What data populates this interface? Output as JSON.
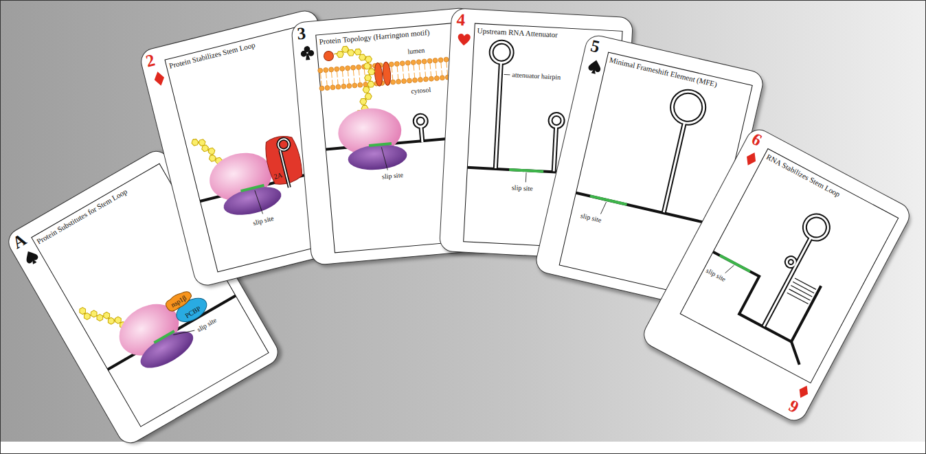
{
  "diagram": {
    "nodes": [
      {
        "text": [
          "A",
          "Protein Substitutes for Stem Loop",
          "slip site"
        ]
      },
      {
        "text": [
          "nsp1β"
        ],
        "in": 0
      },
      {
        "text": [
          "PCBP"
        ],
        "in": 0
      },
      {
        "text": [
          "2",
          "Protein Stabilizes Stem Loop",
          "slip site"
        ]
      },
      {
        "text": [
          "2A"
        ],
        "in": 3
      },
      {
        "text": [
          "3",
          "Protein Topology (Harrington motif)",
          "lumen",
          "cytosol",
          "slip site"
        ]
      },
      {
        "text": [
          "4",
          "Upstream RNA Attenuator",
          "attenuator hairpin",
          "slip site"
        ]
      },
      {
        "text": [
          "5",
          "Minimal Frameshift Element (MFE)",
          "slip site"
        ]
      },
      {
        "text": [
          "6",
          "RNA Stabilizes Stem Loop",
          "slip site",
          "6"
        ]
      }
    ]
  }
}
